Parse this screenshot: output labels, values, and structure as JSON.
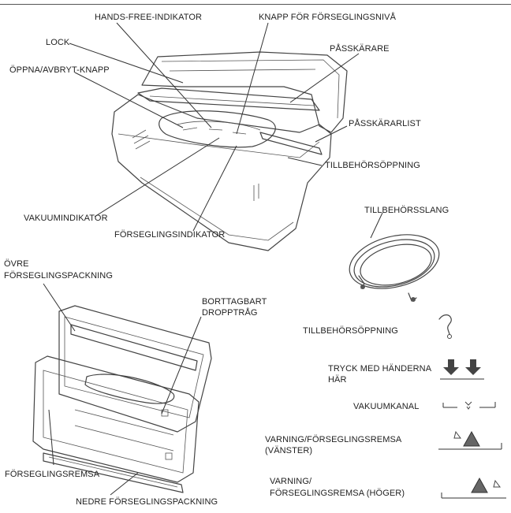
{
  "labels": {
    "hands_free": "HANDS-FREE-INDIKATOR",
    "seal_level_button": "KNAPP FÖR FÖRSEGLINGSNIVÅ",
    "lid": "LOCK",
    "bag_cutter": "PÅSSKÄRARE",
    "open_cancel": "ÖPPNA/AVBRYT-KNAPP",
    "cutter_bar": "PÅSSKÄRARLIST",
    "accessory_port": "TILLBEHÖRSÖPPNING",
    "vacuum_indicator": "VAKUUMINDIKATOR",
    "seal_indicator": "FÖRSEGLINGSINDIKATOR",
    "accessory_hose": "TILLBEHÖRSSLANG",
    "upper_gasket_1": "ÖVRE",
    "upper_gasket_2": "FÖRSEGLINGSPACKNING",
    "drip_tray_1": "BORTTAGBART",
    "drip_tray_2": "DROPPTRÅG",
    "seal_strip": "FÖRSEGLINGSREMSA",
    "lower_gasket": "NEDRE FÖRSEGLINGSPACKNING"
  },
  "legend": {
    "accessory_port": "TILLBEHÖRSÖPPNING",
    "press_hands_1": "TRYCK MED HÄNDERNA",
    "press_hands_2": "HÄR",
    "vacuum_channel": "VAKUUMKANAL",
    "warning_left_1": "VARNING/FÖRSEGLINGSREMSA",
    "warning_left_2": "(VÄNSTER)",
    "warning_right_1": "VARNING/",
    "warning_right_2": "FÖRSEGLINGSREMSA (HÖGER)"
  },
  "icons": [
    "hose-hook-icon",
    "down-arrow-icon",
    "vacuum-channel-icon",
    "warning-heat-icon"
  ]
}
